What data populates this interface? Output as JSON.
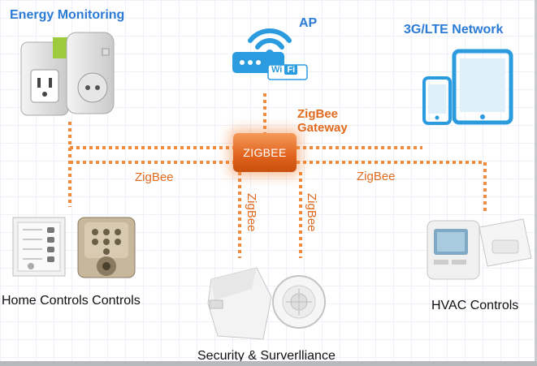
{
  "labels": {
    "energy_monitoring": "Energy Monitoring",
    "ap": "AP",
    "network": "3G/LTE Network",
    "zigbee_gateway_line1": "ZigBee",
    "zigbee_gateway_line2": "Gateway",
    "gateway_box": "ZIGBEE",
    "zigbee_left": "ZigBee",
    "zigbee_right": "ZigBee",
    "zigbee_vert_left": "ZigBee",
    "zigbee_vert_right": "ZigBee",
    "home_controls": "Home Controls Controls",
    "hvac_controls": "HVAC Controls",
    "security": "Security & Surverlliance",
    "wifi_badge_wi": "Wi",
    "wifi_badge_fi": "Fi"
  },
  "icons": [
    "energy-plug-icon",
    "wifi-router-icon",
    "phone-icon",
    "tablet-icon",
    "keypad-icon",
    "door-lock-icon",
    "motion-sensor-icon",
    "smoke-detector-icon",
    "thermostat-icon"
  ],
  "colors": {
    "link": "#f08a3c",
    "title_blue": "#2b7bd6",
    "gateway": "#e0621c",
    "text_orange": "#e06a1e"
  }
}
